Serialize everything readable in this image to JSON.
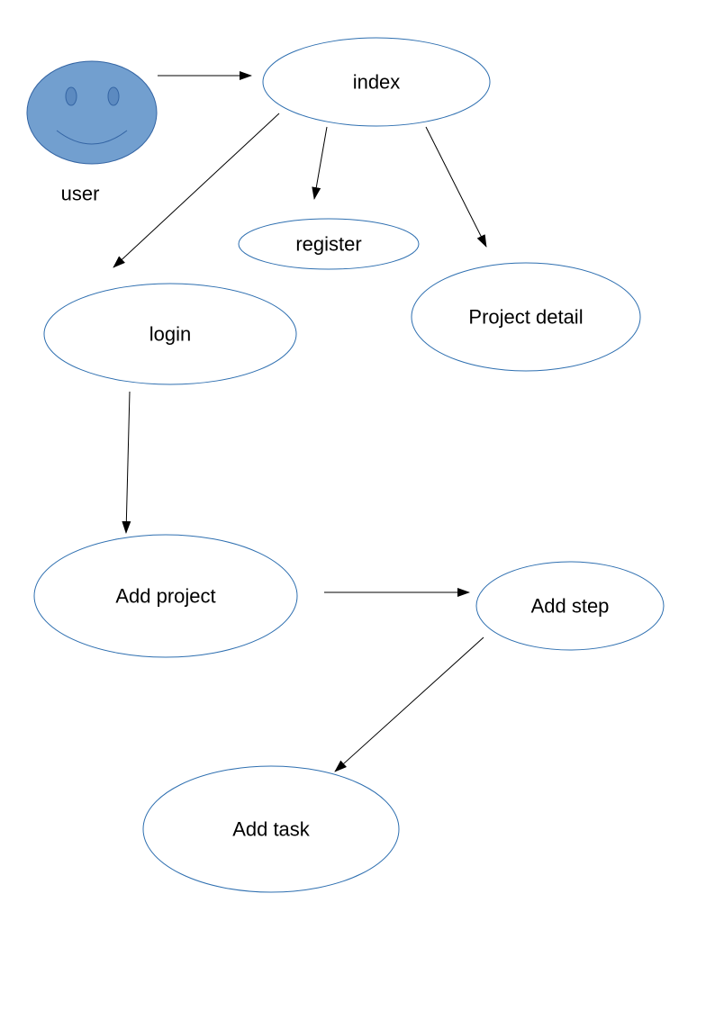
{
  "diagram": {
    "colors": {
      "node_stroke": "#2e6fb0",
      "actor_fill": "#729fcf",
      "arrow": "#000000"
    },
    "actor": {
      "label": "user",
      "icon": "smiley-face-icon"
    },
    "nodes": {
      "index": "index",
      "register": "register",
      "project_detail": "Project detail",
      "login": "login",
      "add_project": "Add project",
      "add_step": "Add step",
      "add_task": "Add task"
    },
    "edges": [
      {
        "from": "user",
        "to": "index"
      },
      {
        "from": "index",
        "to": "login"
      },
      {
        "from": "index",
        "to": "register"
      },
      {
        "from": "index",
        "to": "project_detail"
      },
      {
        "from": "login",
        "to": "add_project"
      },
      {
        "from": "add_project",
        "to": "add_step"
      },
      {
        "from": "add_step",
        "to": "add_task"
      }
    ]
  }
}
